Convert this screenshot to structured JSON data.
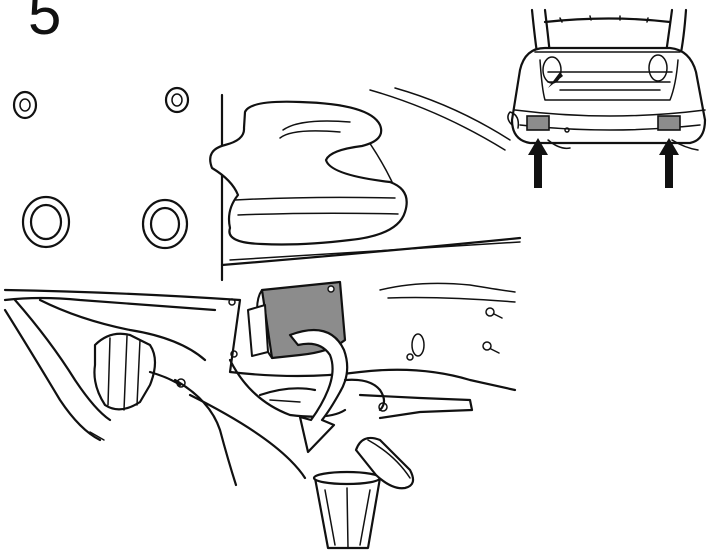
{
  "step": {
    "number": "5"
  },
  "colors": {
    "line": "#111111",
    "highlight_panel": "#8c8c8c",
    "background": "#ffffff"
  },
  "icons": [
    "cover-panel",
    "removal-arrow",
    "trash-bin",
    "callout-arrow"
  ]
}
